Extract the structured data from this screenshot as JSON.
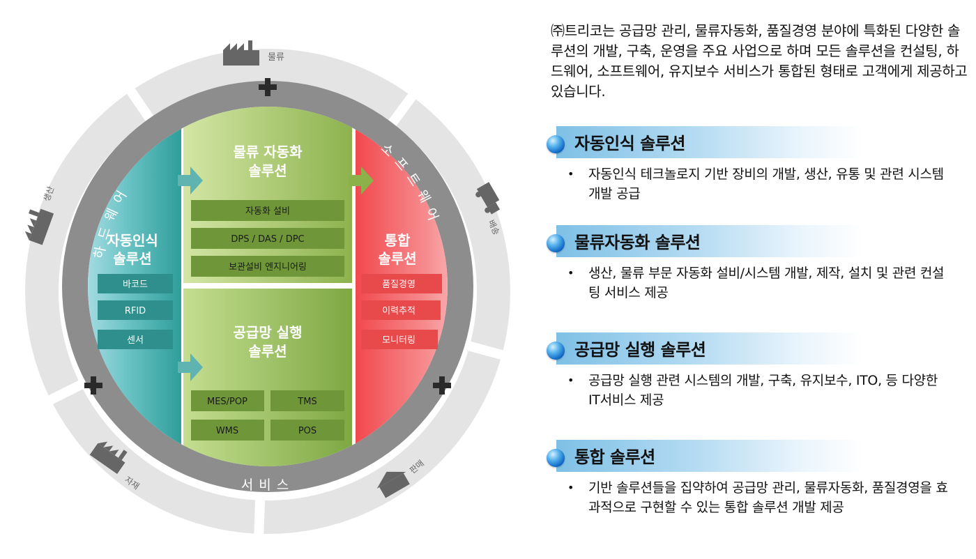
{
  "diagram": {
    "outer_ring": {
      "logistics": "물류",
      "production": "생산",
      "delivery": "배송",
      "materials": "자재",
      "sales": "판매"
    },
    "middle_ring": {
      "hardware": "하드웨어",
      "software": "소프트웨어",
      "service": "서비스"
    },
    "left_panel": {
      "title_line1": "자동인식",
      "title_line2": "솔루션",
      "items": [
        "바코드",
        "RFID",
        "센서"
      ],
      "color": "#4fb3b0"
    },
    "top_center": {
      "title_line1": "물류 자동화",
      "title_line2": "솔루션",
      "items": [
        "자동화 설비",
        "DPS / DAS / DPC",
        "보관설비 엔지니어링"
      ],
      "color": "#9bbf55"
    },
    "bottom_center": {
      "title_line1": "공급망 실행",
      "title_line2": "솔루션",
      "items": [
        "MES/POP",
        "TMS",
        "WMS",
        "POS"
      ],
      "color": "#8fb54a"
    },
    "right_panel": {
      "title_line1": "통합",
      "title_line2": "솔루션",
      "items": [
        "품질경영",
        "이력추적",
        "모니터링"
      ],
      "color": "#f06a6a"
    }
  },
  "intro": "㈜트리코는 공급망 관리, 물류자동화, 품질경영 분야에 특화된 다양한 솔루션의 개발, 구축, 운영을 주요 사업으로 하며 모든 솔루션을 컨설팅, 하드웨어, 소프트웨어, 유지보수 서비스가 통합된 형태로 고객에게 제공하고 있습니다.",
  "sections": [
    {
      "title": "자동인식 솔루션",
      "body": "자동인식 테크놀로지 기반 장비의 개발, 생산, 유통 및 관련 시스템 개발 공급"
    },
    {
      "title": "물류자동화 솔루션",
      "body": "생산, 물류 부문 자동화 설비/시스템 개발, 제작, 설치 및 관련 컨설팅 서비스 제공"
    },
    {
      "title": "공급망 실행 솔루션",
      "body": "공급망 실행 관련 시스템의 개발, 구축, 유지보수, ITO, 등 다양한 IT서비스 제공"
    },
    {
      "title": "통합 솔루션",
      "body": "기반 솔루션들을 집약하여 공급망 관리, 물류자동화, 품질경영을 효과적으로 구현할 수 있는 통합 솔루션 개발 제공"
    }
  ]
}
